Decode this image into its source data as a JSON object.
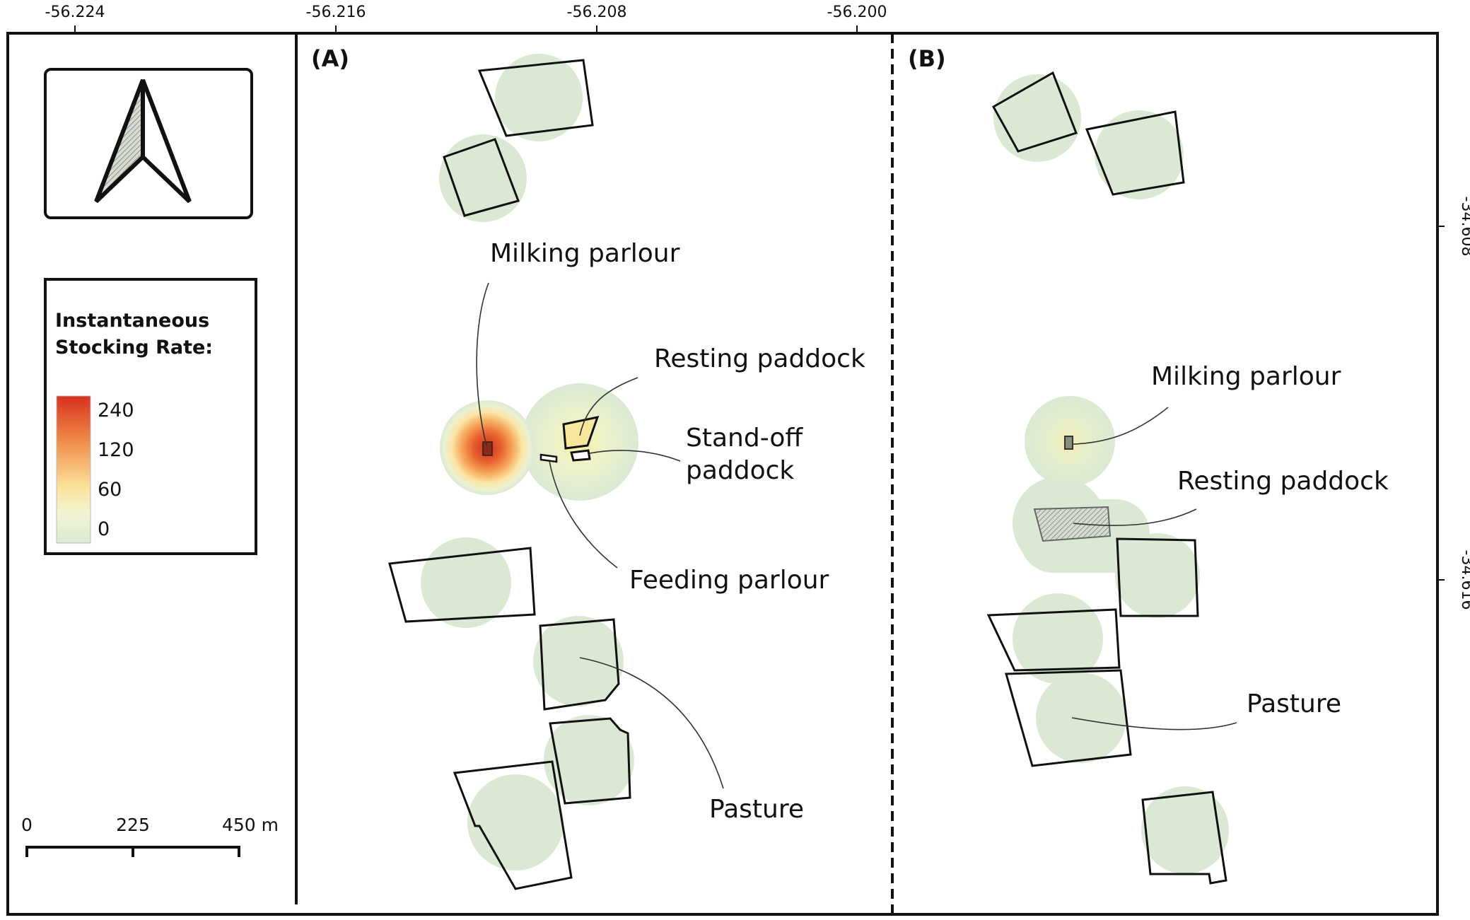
{
  "axes": {
    "top_ticks": [
      "-56.224",
      "-56.216",
      "-56.208",
      "-56.200"
    ],
    "right_ticks": [
      "-34.608",
      "-34.616"
    ]
  },
  "legend": {
    "north_arrow_icon": "north-arrow-icon",
    "title_line1": "Instantaneous",
    "title_line2": "Stocking Rate:",
    "ticks": [
      "240",
      "120",
      "60",
      "0"
    ],
    "colors": [
      "#d7301f",
      "#f4a259",
      "#fcefae",
      "#dbe9d4"
    ]
  },
  "scalebar": {
    "labels": [
      "0",
      "225",
      "450 m"
    ]
  },
  "panelA": {
    "tag": "(A)",
    "milking": "Milking parlour",
    "resting": "Resting paddock",
    "standoff1": "Stand-off",
    "standoff2": "paddock",
    "feeding": "Feeding parlour",
    "pasture": "Pasture"
  },
  "panelB": {
    "tag": "(B)",
    "milking": "Milking parlour",
    "resting": "Resting paddock",
    "pasture": "Pasture"
  },
  "colors": {
    "pasture_fill": "#dbe9d4",
    "hot": "#d7301f",
    "warm": "#f4a259",
    "yellow": "#fcefae",
    "frame": "#111111"
  }
}
